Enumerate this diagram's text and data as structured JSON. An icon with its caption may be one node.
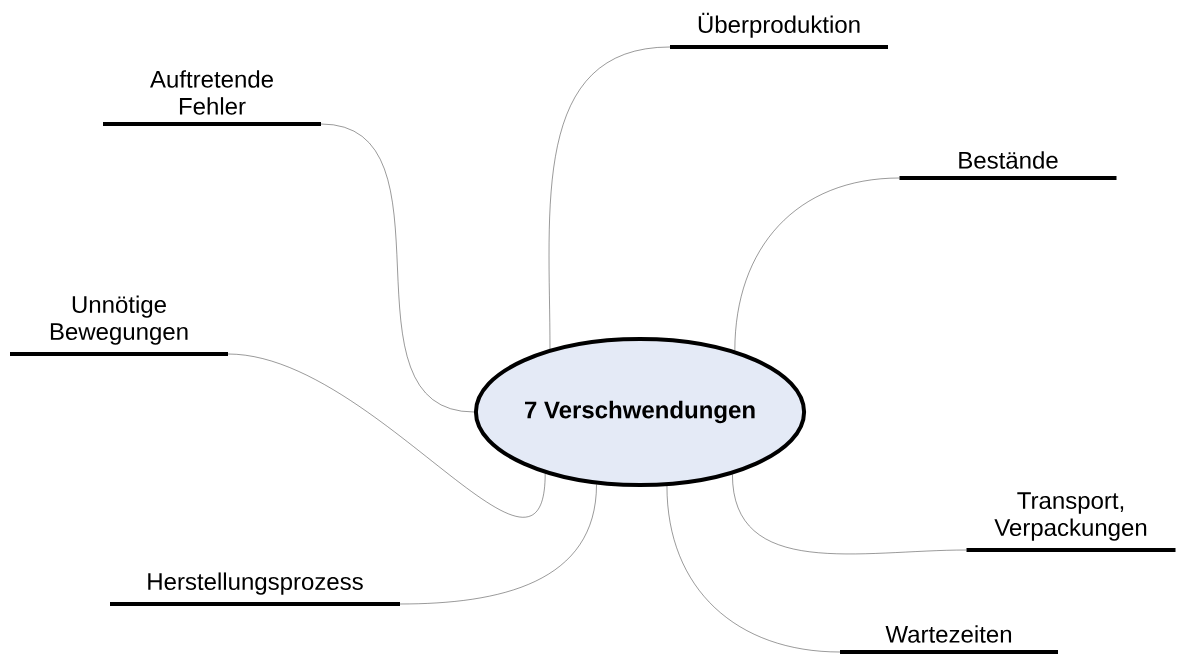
{
  "diagram": {
    "nodes": [
      {
        "text": [
          "7 Verschwendungen"
        ]
      },
      {
        "text": [
          "Überproduktion"
        ]
      },
      {
        "text": [
          "Auftretende Fehler"
        ]
      },
      {
        "text": [
          "Bestände"
        ]
      },
      {
        "text": [
          "Unnötige Bewegungen"
        ]
      },
      {
        "text": [
          "Transport, Verpackungen"
        ]
      },
      {
        "text": [
          "Herstellungsprozess"
        ]
      },
      {
        "text": [
          "Wartezeiten"
        ]
      }
    ],
    "edges": [
      {
        "from": 0,
        "to": 1,
        "arrow": "none"
      },
      {
        "from": 0,
        "to": 2,
        "arrow": "none"
      },
      {
        "from": 0,
        "to": 3,
        "arrow": "none"
      },
      {
        "from": 0,
        "to": 4,
        "arrow": "none"
      },
      {
        "from": 0,
        "to": 5,
        "arrow": "none"
      },
      {
        "from": 0,
        "to": 6,
        "arrow": "none"
      },
      {
        "from": 0,
        "to": 7,
        "arrow": "none"
      }
    ]
  }
}
